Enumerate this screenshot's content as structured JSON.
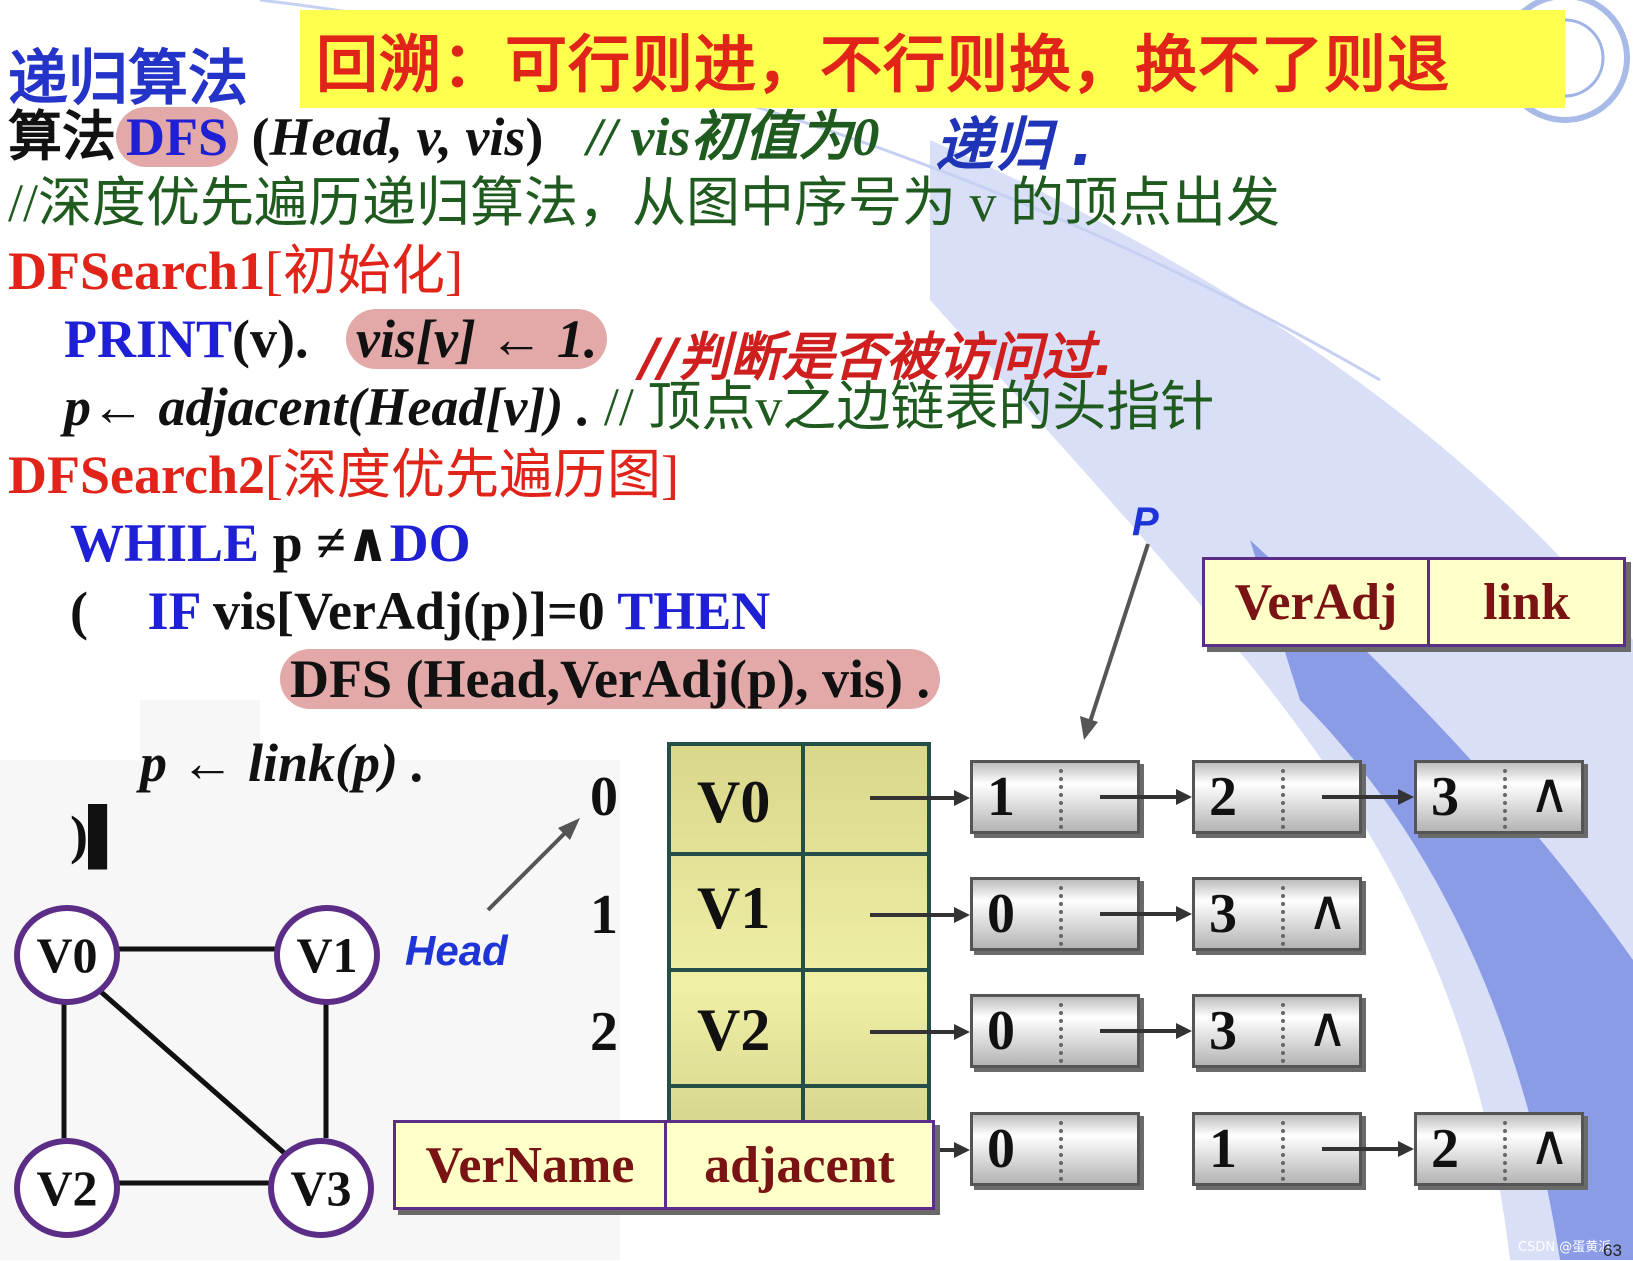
{
  "title": "递归算法",
  "banner": "回溯：可行则进，不行则换，换不了则退",
  "code": {
    "l1_alg": "算法",
    "l1_name": "DFS",
    "l1_params_open": "(",
    "l1_params": "Head, v, vis",
    "l1_params_close": ")",
    "l1_comment": "// vis初值为0",
    "l2": "//深度优先遍历递归算法，从图中序号为 v 的顶点出发",
    "l3_step": "DFSearch1",
    "l3_label": "[初始化]",
    "l4_print": "PRINT",
    "l4_arg": "(v).",
    "l4_vis": "vis[v] ← 1.",
    "l5_code": "p← adjacent(Head[v]) .",
    "l5_comment": "// 顶点v之边链表的头指针",
    "l6_step": "DFSearch2",
    "l6_label": "[深度优先遍历图]",
    "l7_while": "WHILE",
    "l7_cond": "p ≠∧",
    "l7_do": "DO",
    "l8_paren": "(",
    "l8_if": "IF",
    "l8_cond": "vis[VerAdj(p)]=0",
    "l8_then": "THEN",
    "l9_call": "DFS (Head,VerAdj(p), vis) .",
    "l10": "p ← link(p) .",
    "l11": ")▌"
  },
  "handwriting": {
    "recursion": "递归 .",
    "visited": "//判断是否被访问过."
  },
  "graph": {
    "nodes": [
      "V0",
      "V1",
      "V2",
      "V3"
    ],
    "edges": [
      [
        "V0",
        "V1"
      ],
      [
        "V0",
        "V2"
      ],
      [
        "V0",
        "V3"
      ],
      [
        "V1",
        "V3"
      ],
      [
        "V2",
        "V3"
      ]
    ]
  },
  "labels": {
    "head": "Head",
    "p": "P"
  },
  "table": {
    "indices": [
      "0",
      "1",
      "2"
    ],
    "vertices": [
      "V0",
      "V1",
      "V2"
    ]
  },
  "structs": {
    "edge_node": [
      "VerAdj",
      "link"
    ],
    "vertex_node": [
      "VerName",
      "adjacent"
    ]
  },
  "lists": [
    [
      "1",
      "2",
      "3"
    ],
    [
      "0",
      "3"
    ],
    [
      "0",
      "3"
    ],
    [
      "0",
      "1",
      "2"
    ]
  ],
  "null_symbol": "∧",
  "watermark": "CSDN @蛋黄派",
  "page_number": "63",
  "colors": {
    "banner_bg": "#ffff4d",
    "keyword_blue": "#1f1fd6",
    "step_red": "#e0241a",
    "comment_green": "#1f5a1f",
    "highlight_pink": "#e3a8a8",
    "node_border": "#5c2d86",
    "table_fill": "#efefa6"
  }
}
